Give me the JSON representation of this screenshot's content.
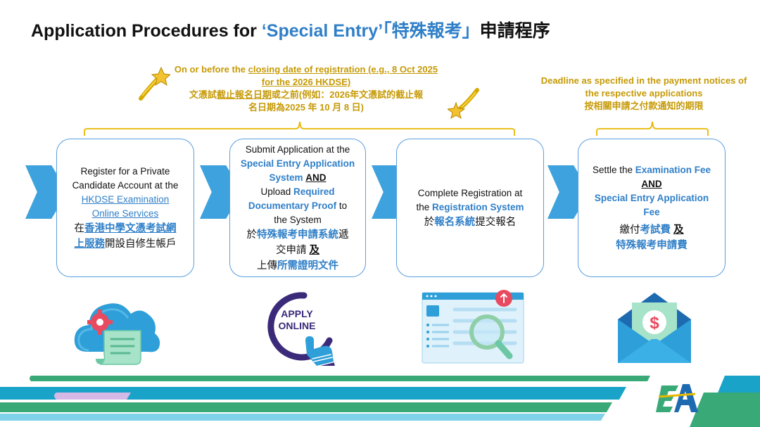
{
  "title": {
    "prefix": "Application Procedures for ",
    "highlight": "‘Special Entry’「特殊報考」",
    "suffix": "申請程序"
  },
  "left_deadline": {
    "line1_pre": "On or before the ",
    "line1_link": "closing date of registration (e.g., 8 Oct 2025",
    "line2_link": "for the 2026 HKDSE)",
    "zh_line1_pre": "文憑試",
    "zh_line1_link": "截止報名日期",
    "zh_line1_post": "或之前(例如：2026年文憑試的截止報",
    "zh_line2": "名日期為2025 年 10 月 8 日)"
  },
  "right_deadline": {
    "line1": "Deadline as specified in the payment notices of",
    "line2": "the respective applications",
    "zh": "按相關申請之付款通知的期限"
  },
  "steps": [
    {
      "en1": "Register for a Private",
      "en2": "Candidate Account at the",
      "link1": "HKDSE Examination",
      "link2": "Online Services",
      "zh1_pre": "在",
      "zh1_link": "香港中學文憑考試網",
      "zh2_link": "上服務",
      "zh2_post": "開設自修生帳戶"
    },
    {
      "en1": "Submit Application at the",
      "hl1": "Special Entry Application",
      "hl2": "System",
      "and": "AND",
      "en2": "Upload",
      "hl3": "Required",
      "hl4": "Documentary Proof",
      "en3": "to",
      "en4": "the System",
      "zh1_pre": "於",
      "zh1_hl": "特殊報考申請系統",
      "zh1_post": "遞",
      "zh2": "交申請",
      "zh_and": "及",
      "zh3_pre": "上傳",
      "zh3_hl": "所需證明文件"
    },
    {
      "en1": "Complete Registration at",
      "en2_pre": "the ",
      "hl1": "Registration System",
      "zh_pre": "於",
      "zh_hl": "報名系統",
      "zh_post": "提交報名"
    },
    {
      "en1_pre": "Settle the ",
      "hl1": "Examination Fee",
      "and": "AND",
      "hl2": "Special Entry Application Fee",
      "zh1_pre": "繳付",
      "zh1_hl": "考試費",
      "zh_and": "及",
      "zh2_hl": "特殊報考申請費"
    }
  ],
  "apply_icon": {
    "line1": "APPLY",
    "line2": "ONLINE"
  },
  "icons": [
    "cloud-gear-document-icon",
    "apply-online-icon",
    "registration-form-search-icon",
    "envelope-dollar-icon"
  ],
  "colors": {
    "accent_blue": "#2f7fc8",
    "gold": "#c69a06",
    "chevron": "#3da2dd"
  }
}
